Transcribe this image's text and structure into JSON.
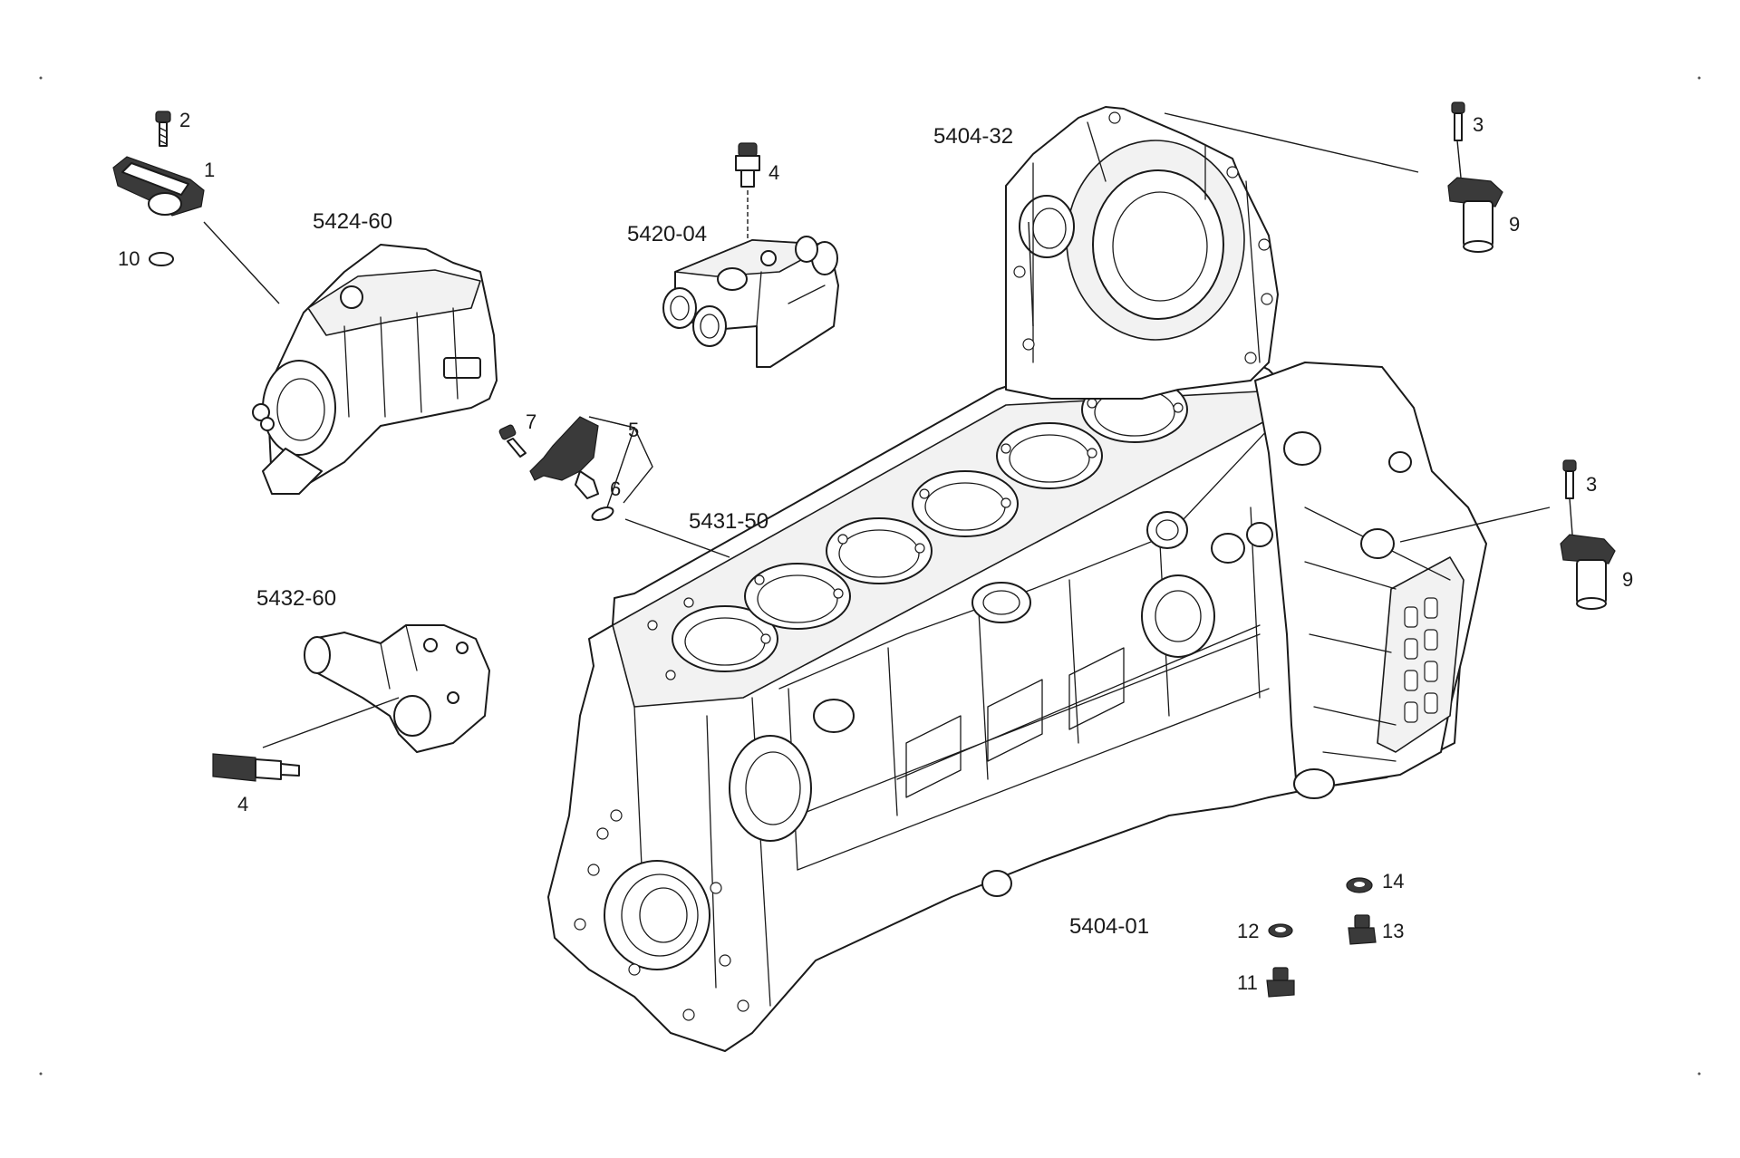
{
  "assemblies": [
    {
      "id": "a1",
      "label": "5424-60"
    },
    {
      "id": "a2",
      "label": "5420-04"
    },
    {
      "id": "a3",
      "label": "5404-32"
    },
    {
      "id": "a4",
      "label": "5431-50"
    },
    {
      "id": "a5",
      "label": "5432-60"
    },
    {
      "id": "a6",
      "label": "5404-01"
    }
  ],
  "callouts": [
    {
      "id": "c1",
      "label": "1"
    },
    {
      "id": "c2",
      "label": "2"
    },
    {
      "id": "c3a",
      "label": "3"
    },
    {
      "id": "c3b",
      "label": "3"
    },
    {
      "id": "c4a",
      "label": "4"
    },
    {
      "id": "c4b",
      "label": "4"
    },
    {
      "id": "c5",
      "label": "5"
    },
    {
      "id": "c6",
      "label": "6"
    },
    {
      "id": "c7",
      "label": "7"
    },
    {
      "id": "c9a",
      "label": "9"
    },
    {
      "id": "c9b",
      "label": "9"
    },
    {
      "id": "c10",
      "label": "10"
    },
    {
      "id": "c11",
      "label": "11"
    },
    {
      "id": "c12",
      "label": "12"
    },
    {
      "id": "c13",
      "label": "13"
    },
    {
      "id": "c14",
      "label": "14"
    }
  ]
}
